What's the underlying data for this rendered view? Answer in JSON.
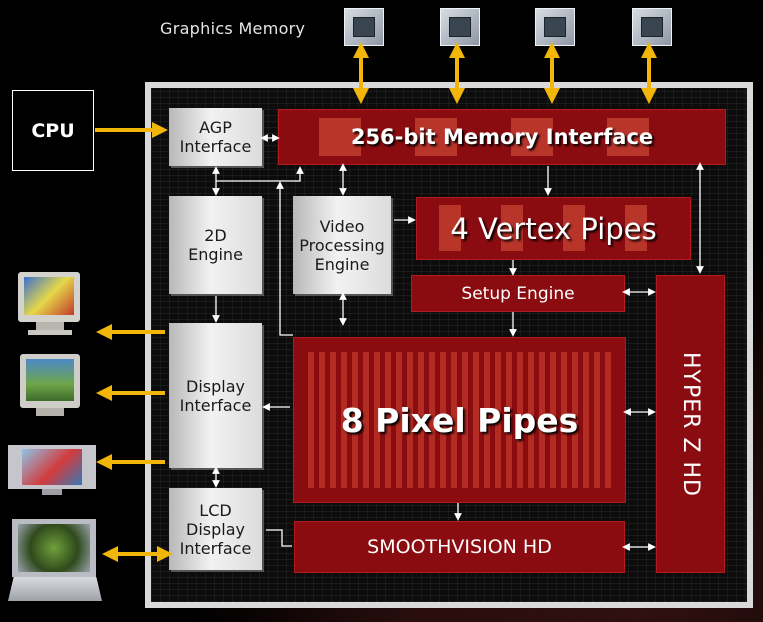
{
  "title": "Graphics Memory",
  "cpu": "CPU",
  "blocks": {
    "agp": [
      "AGP",
      "Interface"
    ],
    "memory_interface": "256-bit Memory Interface",
    "engine_2d": [
      "2D",
      "Engine"
    ],
    "video": [
      "Video",
      "Processing",
      "Engine"
    ],
    "vertex": "4 Vertex Pipes",
    "setup": "Setup Engine",
    "display": [
      "Display",
      "Interface"
    ],
    "pixel": "8 Pixel Pipes",
    "lcd": [
      "LCD",
      "Display",
      "Interface"
    ],
    "smoothvision": "SMOOTHVISION HD",
    "hyperz": "HYPER Z HD"
  },
  "icons": {
    "memory_chips": [
      "memory-chip-icon",
      "memory-chip-icon",
      "memory-chip-icon",
      "memory-chip-icon"
    ],
    "outputs": [
      "crt-monitor-icon",
      "crt-monitor-icon",
      "flat-panel-icon",
      "laptop-icon"
    ]
  },
  "colors": {
    "arrow_yellow": "#f2b60a",
    "block_red": "#8b0c10",
    "background": "#000000",
    "chip_border": "#d9d9d9"
  }
}
